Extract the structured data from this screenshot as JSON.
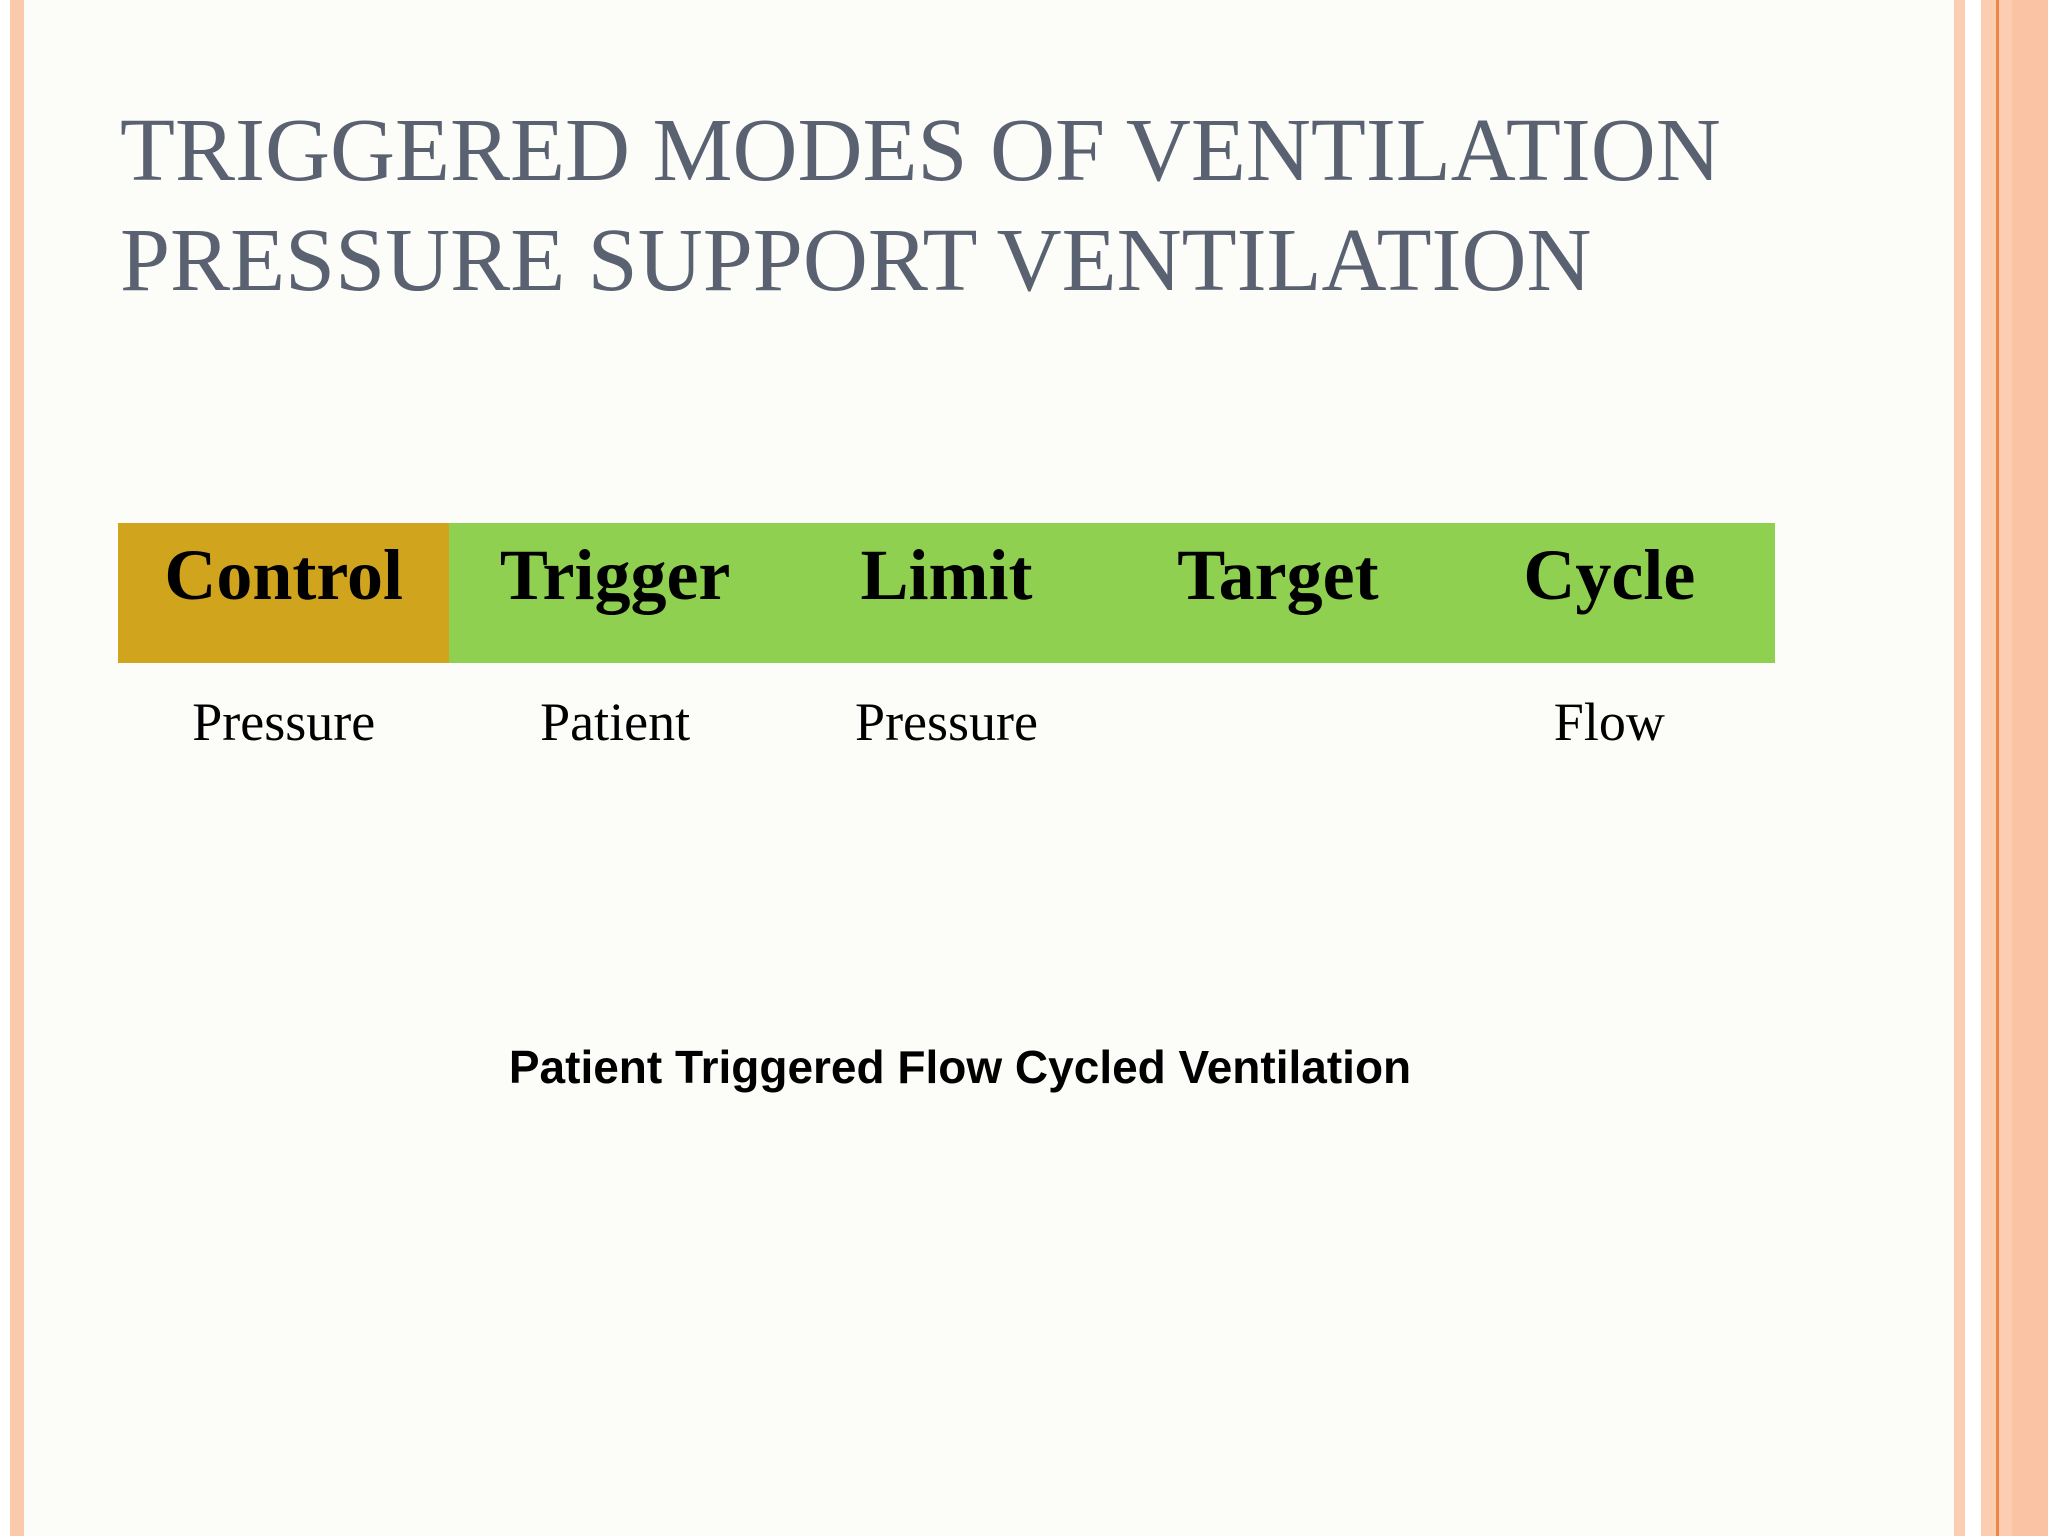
{
  "slide": {
    "title_line1": "TRIGGERED MODES OF VENTILATION",
    "title_line2": "PRESSURE SUPPORT VENTILATION",
    "caption": "Patient Triggered Flow Cycled Ventilation"
  },
  "table": {
    "headers": [
      {
        "label": "Control",
        "bg": "#d1a41e"
      },
      {
        "label": "Trigger",
        "bg": "#90d050"
      },
      {
        "label": "Limit",
        "bg": "#90d050"
      },
      {
        "label": "Target",
        "bg": "#90d050"
      },
      {
        "label": "Cycle",
        "bg": "#90d050"
      }
    ],
    "row": [
      "Pressure",
      "Patient",
      "Pressure",
      "",
      "Flow"
    ]
  },
  "colors": {
    "title_text": "#5a6272",
    "header_gold": "#d1a41e",
    "header_green": "#90d050",
    "table_text": "#000000",
    "slide_bg": "#fcfdf8",
    "border_peach": "#fbc9ac",
    "border_peach_deep": "#f9c3a4",
    "border_orange_line": "#ee8549"
  }
}
